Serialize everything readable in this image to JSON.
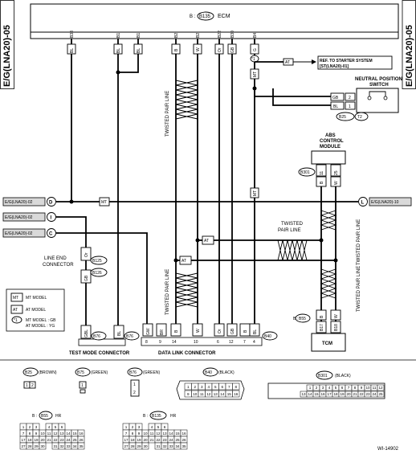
{
  "side_labels": {
    "left": "E/G(LNA20)-05",
    "right": "E/G(LNA20)-05"
  },
  "ecm": {
    "label": "ECM",
    "connector": "B135",
    "pins": [
      "B38",
      "B1",
      "B1",
      "B2",
      "B2",
      "B22",
      "B30",
      "B4"
    ],
    "wires": [
      "BL",
      "BL",
      "BL",
      "B",
      "W",
      "Or",
      "GB",
      "G"
    ]
  },
  "starter_ref": {
    "line1": "REF. TO STARTER SYSTEM",
    "line2": "[ST(LNA20)-01]"
  },
  "neutral_switch": {
    "line1": "NEUTRAL POSITION",
    "line2": "SWITCH",
    "conn1": "B25",
    "conn2": "T2",
    "wires": [
      "GB",
      "BL"
    ],
    "pins": [
      "2",
      "1"
    ]
  },
  "abs_module": {
    "line1": "ABS",
    "line2": "CONTROL",
    "line3": "MODULE",
    "connector": "B301",
    "pins": [
      "11",
      "25"
    ],
    "wires": [
      "B",
      "W"
    ]
  },
  "offpage": {
    "d_label": "E/G(LNA20)-02",
    "d_letter": "D",
    "i_label": "E/G(LNA20)-02",
    "i_letter": "I",
    "c_label": "E/G(LNA20)-02",
    "c_letter": "C",
    "l_label": "E/G(LNA20)-10",
    "l_letter": "L"
  },
  "labels": {
    "twisted_pair_line": "TWISTED PAIR LINE",
    "twisted": "TWISTED",
    "pair_line": "PAIR LINE",
    "mt": "MT",
    "at": "AT",
    "wire_b": "B",
    "wire_w": "W",
    "wire_bl": "BL"
  },
  "line_end": {
    "line1": "LINE END",
    "line2": "CONNECTOR",
    "conn1": "B125",
    "conn2": "B126",
    "wire_top": "Or",
    "wire_bottom": "GB"
  },
  "legend": {
    "mt_text": "MT MODEL",
    "at_text": "AT MODEL",
    "star_symbol": "*1",
    "star_line1": "MT MODEL : GB",
    "star_line2": "AT MODEL : YG"
  },
  "tcm": {
    "label": "TCM",
    "connector": "B55",
    "pins": [
      "B17",
      "B18"
    ],
    "wires": [
      "B",
      "W"
    ]
  },
  "test_mode": {
    "label": "TEST MODE CONNECTOR",
    "conn1": "B76",
    "conn2": "B76",
    "wire1": "GBL",
    "wire2": "BL"
  },
  "dlc": {
    "label": "DATA LINK CONNECTOR",
    "connector": "B40",
    "pins": [
      "8",
      "9",
      "14",
      "10",
      "6",
      "12",
      "7",
      "4"
    ],
    "wires": [
      "GW",
      "BR",
      "B",
      "W",
      "Or",
      "GB",
      "B",
      "BL"
    ]
  },
  "connectors": [
    {
      "id": "B25",
      "color": "(BROWN)",
      "cells": [
        "1",
        "2"
      ]
    },
    {
      "id": "B75",
      "color": "(GREEN)",
      "cells": [
        "1"
      ]
    },
    {
      "id": "B76",
      "color": "(GREEN)",
      "cells": [
        "1",
        "2"
      ]
    },
    {
      "id": "B40",
      "color": "(BLACK)",
      "cells": [
        "1",
        "2",
        "3",
        "4",
        "5",
        "6",
        "7",
        "8",
        "9",
        "10",
        "11",
        "12",
        "13",
        "14",
        "15",
        "16"
      ]
    },
    {
      "id": "B301",
      "color": "(BLACK)",
      "cells": [
        "1",
        "2",
        "3",
        "4",
        "5",
        "6",
        "7",
        "8",
        "9",
        "10",
        "11",
        "12",
        "13",
        "14",
        "15",
        "16",
        "17",
        "18",
        "19",
        "20",
        "21",
        "22",
        "23",
        "24",
        "25"
      ]
    }
  ],
  "bottom_connectors": [
    {
      "prefix": "B",
      "id": "B55",
      "suffix": "HR",
      "rows": [
        [
          "1",
          "2",
          "3",
          "",
          "4",
          "5",
          "6"
        ],
        [
          "7",
          "8",
          "9",
          "10",
          "11",
          "12",
          "13",
          "14",
          "15",
          "16"
        ],
        [
          "17",
          "18",
          "19",
          "20",
          "21",
          "22",
          "23",
          "24",
          "25",
          "26"
        ],
        [
          "27",
          "28",
          "29",
          "30",
          "",
          "31",
          "32",
          "33",
          "34",
          "35"
        ]
      ]
    },
    {
      "prefix": "B",
      "id": "B135",
      "suffix": "HR",
      "rows": [
        [
          "1",
          "2",
          "3",
          "",
          "4",
          "5",
          "6"
        ],
        [
          "7",
          "8",
          "9",
          "10",
          "11",
          "12",
          "13",
          "14",
          "15",
          "16"
        ],
        [
          "17",
          "18",
          "19",
          "20",
          "21",
          "22",
          "23",
          "24",
          "25",
          "26"
        ],
        [
          "27",
          "28",
          "29",
          "30",
          "",
          "31",
          "32",
          "33",
          "34",
          "35"
        ]
      ]
    }
  ],
  "figure_id": "WI-14902"
}
